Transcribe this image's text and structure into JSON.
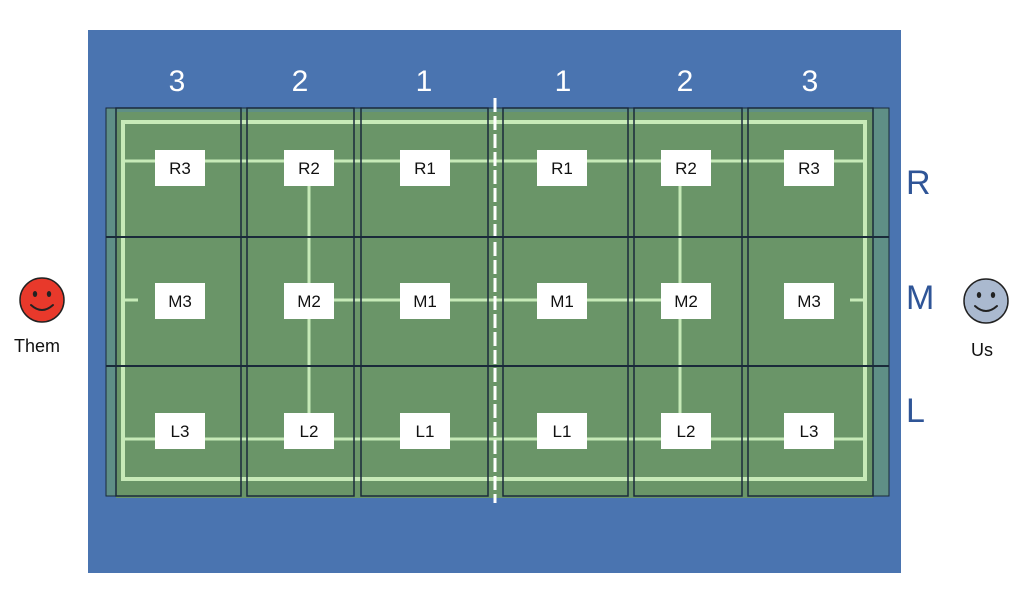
{
  "colors": {
    "background": "#4a74b0",
    "court": "#6a9568",
    "court_strip": "#5f8f86",
    "line": "#c7eab8",
    "zone_border": "#1a2a3a",
    "column_label": "#ffffff",
    "row_label": "#2f5597",
    "box_fill": "#ffffff",
    "box_text": "#111111",
    "them_face": "#e8392b",
    "us_face": "#aab9cf"
  },
  "column_labels": [
    "3",
    "2",
    "1",
    "1",
    "2",
    "3"
  ],
  "row_labels": [
    "R",
    "M",
    "L"
  ],
  "zones": [
    [
      "R3",
      "R2",
      "R1",
      "R1",
      "R2",
      "R3"
    ],
    [
      "M3",
      "M2",
      "M1",
      "M1",
      "M2",
      "M3"
    ],
    [
      "L3",
      "L2",
      "L1",
      "L1",
      "L2",
      "L3"
    ]
  ],
  "players": {
    "left": {
      "label": "Them",
      "face": "smiley-icon"
    },
    "right": {
      "label": "Us",
      "face": "smiley-icon"
    }
  }
}
